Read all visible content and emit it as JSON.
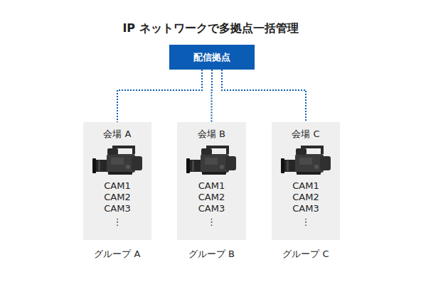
{
  "diagram": {
    "title": "IP ネットワークで多拠点一括管理",
    "nodes": [
      {
        "text": [
          "配信拠点"
        ]
      },
      {
        "text": [
          "会場 A",
          "CAM1",
          "CAM2",
          "CAM3",
          "⋮",
          "グループ A"
        ]
      },
      {
        "text": [
          "会場 B",
          "CAM1",
          "CAM2",
          "CAM3",
          "⋮",
          "グループ B"
        ]
      },
      {
        "text": [
          "会場 C",
          "CAM1",
          "CAM2",
          "CAM3",
          "⋮",
          "グループ C"
        ]
      }
    ],
    "edges": [
      {
        "from": 0,
        "to": 1,
        "arrow": "none"
      },
      {
        "from": 0,
        "to": 2,
        "arrow": "none"
      },
      {
        "from": 0,
        "to": 3,
        "arrow": "none"
      }
    ]
  }
}
